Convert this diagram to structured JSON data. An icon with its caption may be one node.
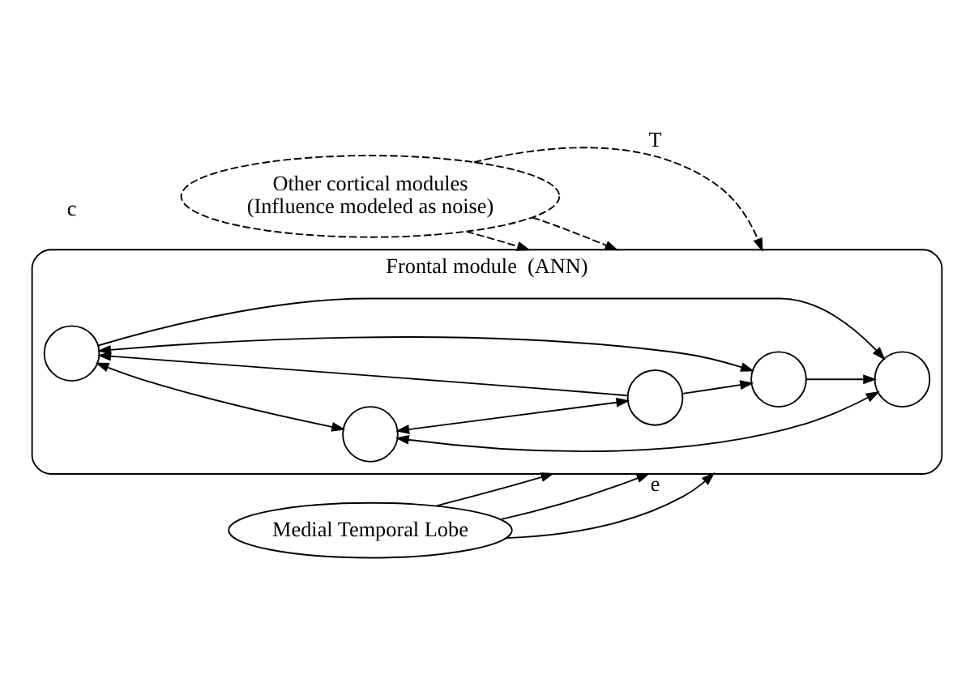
{
  "diagram": {
    "nodes": [
      {
        "text": [
          "Other cortical modules",
          "(Influence modeled as noise)"
        ]
      },
      {
        "text": [
          "Frontal module  (ANN)"
        ]
      },
      {
        "text": [
          "Medial Temporal Lobe"
        ]
      },
      {
        "text": [],
        "shape": "circle",
        "in": 1
      },
      {
        "text": [],
        "shape": "circle",
        "in": 1
      },
      {
        "text": [],
        "shape": "circle",
        "in": 1
      },
      {
        "text": [],
        "shape": "circle",
        "in": 1
      },
      {
        "text": [],
        "shape": "circle",
        "in": 1
      }
    ],
    "edges": [
      {
        "from": 0,
        "to": 1,
        "arrow": "to",
        "style": "dashed",
        "label": "T"
      },
      {
        "from": 0,
        "to": 1,
        "arrow": "to",
        "style": "dashed"
      },
      {
        "from": 0,
        "to": 1,
        "arrow": "to",
        "style": "dashed"
      },
      {
        "from": 2,
        "to": 1,
        "arrow": "to"
      },
      {
        "from": 2,
        "to": 1,
        "arrow": "to"
      },
      {
        "from": 2,
        "to": 1,
        "arrow": "to",
        "label": "e"
      },
      {
        "from": 4,
        "to": 3,
        "arrow": "to"
      },
      {
        "from": 3,
        "to": 5,
        "arrow": "both"
      },
      {
        "from": 3,
        "to": 6,
        "arrow": "both"
      },
      {
        "from": 3,
        "to": 7,
        "arrow": "to"
      },
      {
        "from": 5,
        "to": 4,
        "arrow": "both"
      },
      {
        "from": 4,
        "to": 6,
        "arrow": "to"
      },
      {
        "from": 5,
        "to": 7,
        "arrow": "both"
      },
      {
        "from": 6,
        "to": 7,
        "arrow": "to"
      }
    ],
    "labels": [
      "c"
    ]
  }
}
